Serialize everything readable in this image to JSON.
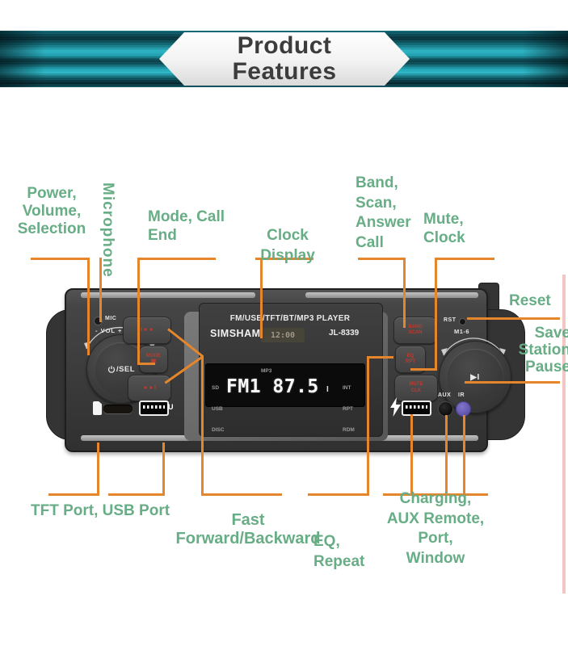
{
  "banner": {
    "line1": "Product",
    "line2": "Features"
  },
  "callouts": {
    "power": "Power,\nVolume,\nSelection",
    "microphone": "Microphone",
    "mode": "Mode, Call\nEnd",
    "clock": "Clock\nDisplay",
    "band": "Band,\nScan,\nAnswer\nCall",
    "mute": "Mute,\nClock",
    "reset": "Reset",
    "save": "Save\nStation\nPause",
    "tft": "TFT Port, USB Port",
    "fast": "Fast\nForward/Backward",
    "eq": "EQ,\nRepeat",
    "charging": "Charging,\nAUX Remote,\nPort,\nWindow"
  },
  "device": {
    "panel_title": "FM/USB/TFT/BT/MP3 PLAYER",
    "brand": "SIMSHAM",
    "brand_mark": "+",
    "model": "JL-8339",
    "clock_time": "12:00",
    "mic_label": "MIC",
    "vol_label": "- VOL +",
    "sel_label": "/SEL",
    "btn_prev": "I◄◄",
    "btn_mode": "MODE",
    "btn_mode_sub": "☎",
    "btn_next": "►►I",
    "btn_band": "BAND",
    "btn_band_sub": "SCAN",
    "btn_eq": "EQ",
    "btn_eq_sub": "RPT",
    "btn_mute": "MUTE",
    "btn_mute_sub": "CLK",
    "rst_label": "RST",
    "m16_label": "M1-6",
    "play_pause": "▶I",
    "usb_label": "U",
    "aux_label": "AUX",
    "ir_label": "IR",
    "lcd": {
      "top": "MP3",
      "left": [
        "SD",
        "USB",
        "DISC"
      ],
      "main": "FM1 87.5",
      "signal": "I",
      "right": [
        "INT",
        "RPT",
        "RDM"
      ]
    }
  },
  "colors": {
    "label_green": "#67ad85",
    "connector_orange": "#e5862c",
    "banner_teal": "#1ea4b4",
    "button_red": "#c0392b",
    "ir_purple": "#6f64bc",
    "edge_pink": "#f3c6c6"
  }
}
